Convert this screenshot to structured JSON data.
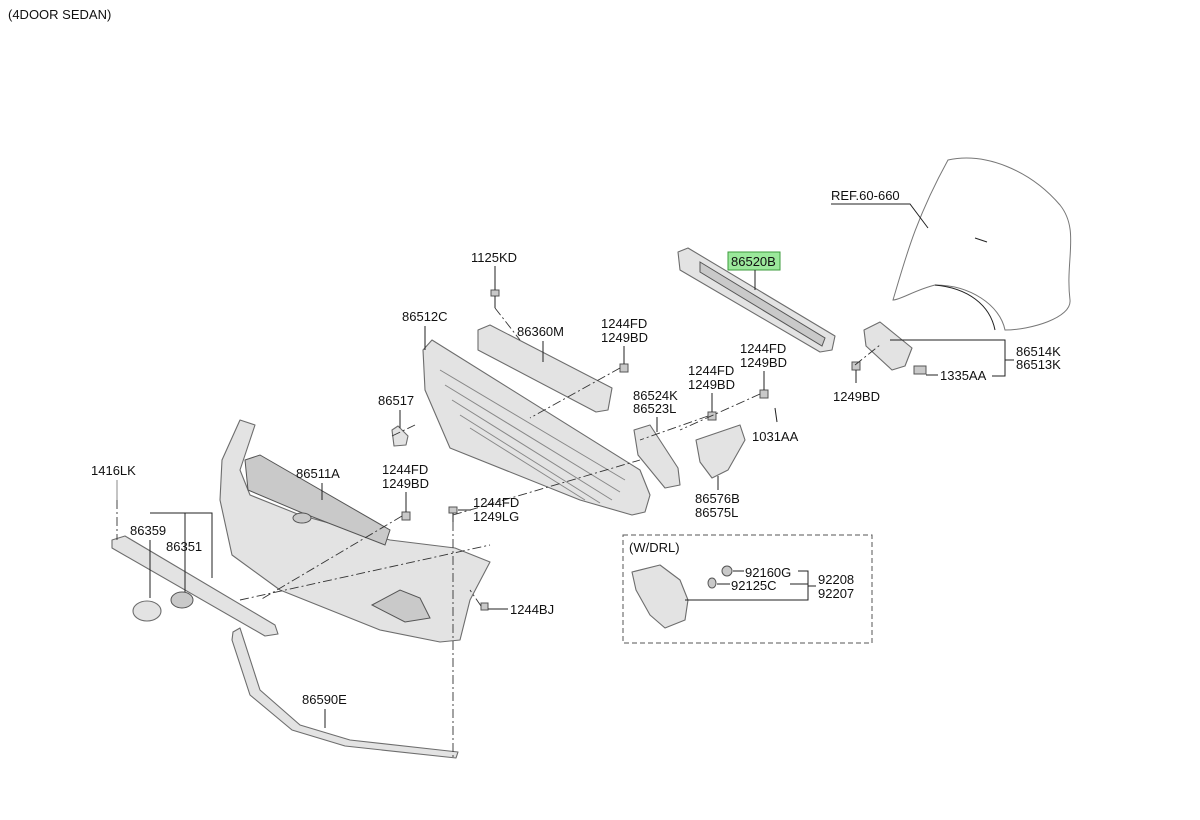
{
  "header": {
    "title": "(4DOOR SEDAN)"
  },
  "highlight_color": "#9be89b",
  "parts": {
    "ref_60_660": "REF.60-660",
    "p86520B": "86520B",
    "p1125KD": "1125KD",
    "p86512C": "86512C",
    "p86360M": "86360M",
    "p1244FD_a": "1244FD",
    "p1249BD_a": "1249BD",
    "p1244FD_b": "1244FD",
    "p1249BD_b": "1249BD",
    "p1244FD_c": "1244FD",
    "p1249BD_c": "1249BD",
    "p86514K": "86514K",
    "p86513K": "86513K",
    "p1335AA": "1335AA",
    "p1249BD_d": "1249BD",
    "p86517": "86517",
    "p86524K": "86524K",
    "p86523L": "86523L",
    "p1031AA": "1031AA",
    "p1416LK": "1416LK",
    "p86511A": "86511A",
    "p1244FD_d": "1244FD",
    "p1249BD_e": "1249BD",
    "p1244FD_e": "1244FD",
    "p1249LG": "1249LG",
    "p86576B": "86576B",
    "p86575L": "86575L",
    "p86359": "86359",
    "p86351": "86351",
    "p1244BJ": "1244BJ",
    "p86590E": "86590E"
  },
  "drl_box": {
    "label": "(W/DRL)",
    "p92160G": "92160G",
    "p92125C": "92125C",
    "p92208": "92208",
    "p92207": "92207"
  }
}
